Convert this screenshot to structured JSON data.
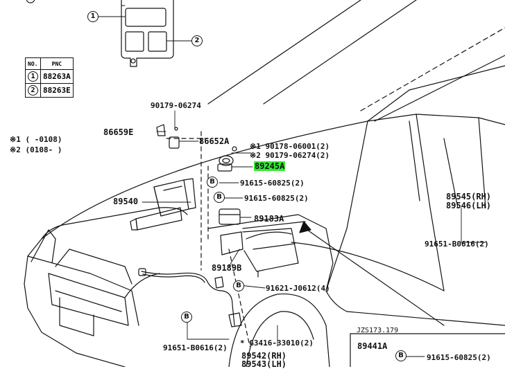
{
  "diagram_code": "JZS173.179",
  "callouts": {
    "one": "1",
    "two": "2",
    "bolt": "B"
  },
  "pnc_table": {
    "headers": [
      "NO.",
      "PNC"
    ],
    "rows": [
      {
        "no": "1",
        "pnc": "88263A"
      },
      {
        "no": "2",
        "pnc": "88263E"
      }
    ]
  },
  "footnotes": [
    "※1 (    -0108)",
    "※2 (0108-     )"
  ],
  "parts": {
    "p90179_06274": "90179-06274",
    "p86659E": "86659E",
    "p86652A": "86652A",
    "p90178_06001": "※1  90178-06001(2)",
    "p90179_06274_2": "※2  90179-06274(2)",
    "p89245A": "89245A",
    "p91615_60825_a": "91615-60825(2)",
    "p91615_60825_b": "91615-60825(2)",
    "p89540": "89540",
    "p89183A": "89183A",
    "p89189B": "89189B",
    "p91621_J0612": "91621-J0612(4)",
    "p89545": "89545(RH)",
    "p89546": "89546(LH)",
    "p91651_B0616_right": "91651-B0616(2)",
    "p91651_B0616_left": "91651-B0616(2)",
    "pG3416": "* G3416-33010(2)",
    "p89542": "89542(RH)",
    "p89543": "89543(LH)",
    "p89441A": "89441A",
    "p91615_60825_c": "91615-60825(2)"
  },
  "colors": {
    "highlight": "#35ea35",
    "line": "#111111",
    "background": "#ffffff"
  }
}
